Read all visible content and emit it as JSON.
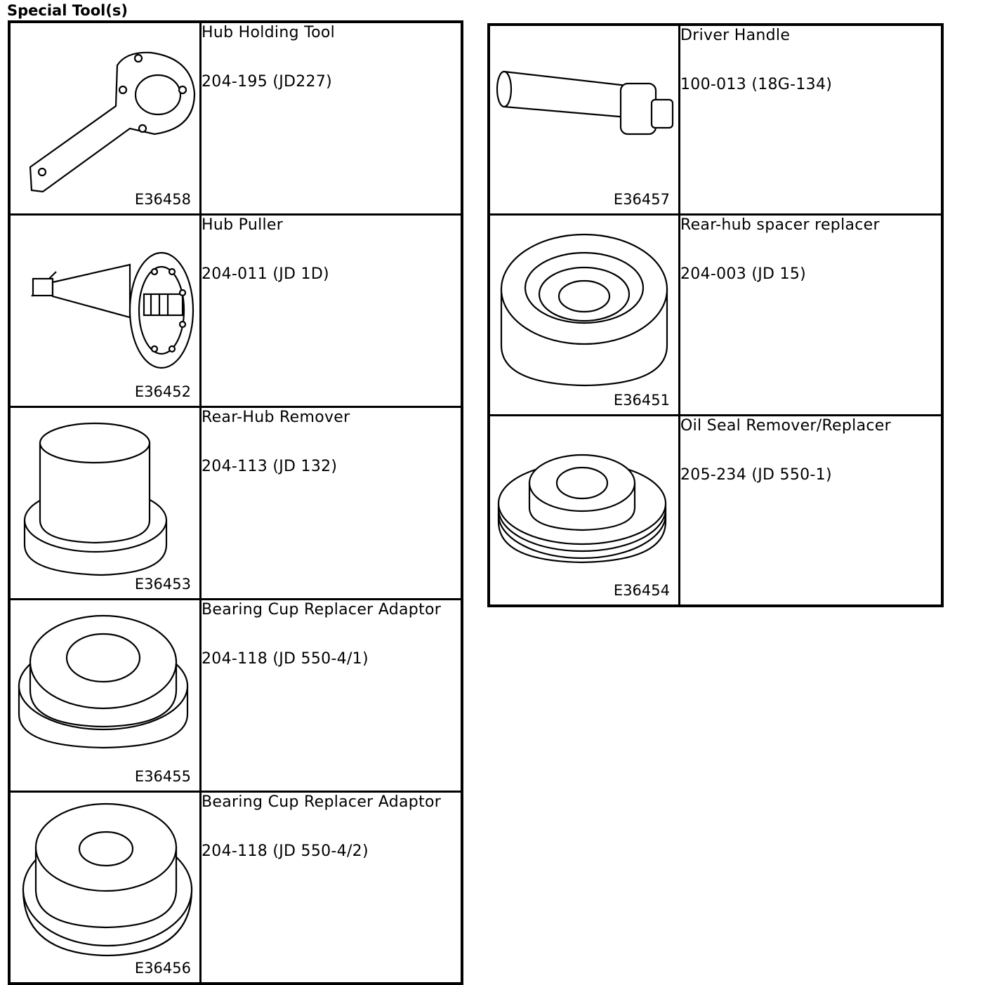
{
  "document": {
    "title": "Special Tool(s)"
  },
  "left_tools": [
    {
      "name": "Hub Holding Tool",
      "number": "204-195 (JD227)",
      "figure": "E36458",
      "icon": "hub-holding-tool-icon"
    },
    {
      "name": "Hub Puller",
      "number": "204-011 (JD 1D)",
      "figure": "E36452",
      "icon": "hub-puller-icon"
    },
    {
      "name": "Rear-Hub Remover",
      "number": "204-113 (JD 132)",
      "figure": "E36453",
      "icon": "rear-hub-remover-icon"
    },
    {
      "name": "Bearing Cup Replacer Adaptor",
      "number": "204-118 (JD 550-4/1)",
      "figure": "E36455",
      "icon": "bearing-cup-adaptor-icon"
    },
    {
      "name": "Bearing Cup Replacer Adaptor",
      "number": "204-118 (JD 550-4/2)",
      "figure": "E36456",
      "icon": "bearing-cup-adaptor-icon"
    }
  ],
  "right_tools": [
    {
      "name": "Driver Handle",
      "number": "100-013 (18G-134)",
      "figure": "E36457",
      "icon": "driver-handle-icon"
    },
    {
      "name": "Rear-hub spacer replacer",
      "number": "204-003 (JD 15)",
      "figure": "E36451",
      "icon": "spacer-replacer-icon"
    },
    {
      "name": "Oil Seal Remover/Replacer",
      "number": "205-234 (JD 550-1)",
      "figure": "E36454",
      "icon": "oil-seal-remover-icon"
    }
  ]
}
